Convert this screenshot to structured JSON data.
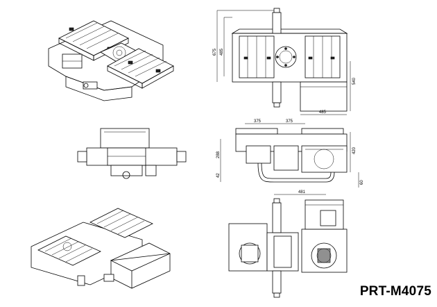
{
  "drawing": {
    "model": "PRT-M4075",
    "dimensions": {
      "top_overall_width_a": "675",
      "top_overall_width_b": "485",
      "top_side": "540",
      "top_bottom": "485",
      "front_left_span": "375",
      "front_right_span": "375",
      "front_height_a": "288",
      "front_height_b": "42",
      "front_right_height": "420",
      "front_right_bottom": "60",
      "bottom_span": "481"
    }
  }
}
